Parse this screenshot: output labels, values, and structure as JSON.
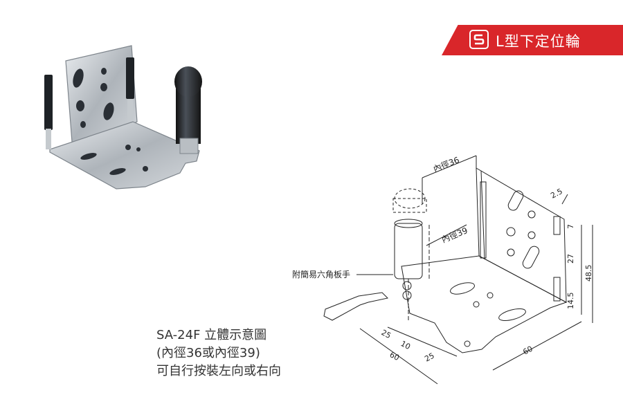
{
  "banner": {
    "title": "L型下定位輪",
    "accent": "#d9262a"
  },
  "caption": {
    "line1": "SA-24F 立體示意圖",
    "line2": "(內徑36或內徑39)",
    "line3": "可自行按裝左向或右向"
  },
  "drawing": {
    "wrench_label": "附簡易六角板手",
    "inner_dia_36": "內徑36",
    "inner_dia_39": "內徑39",
    "dims": {
      "d_2_5": "2.5",
      "d_7": "7",
      "d_27": "27",
      "d_48_5": "48.5",
      "d_14_5": "14.5",
      "d_25a": "25",
      "d_10": "10",
      "d_60a": "60",
      "d_25b": "25",
      "d_60b": "60"
    }
  }
}
